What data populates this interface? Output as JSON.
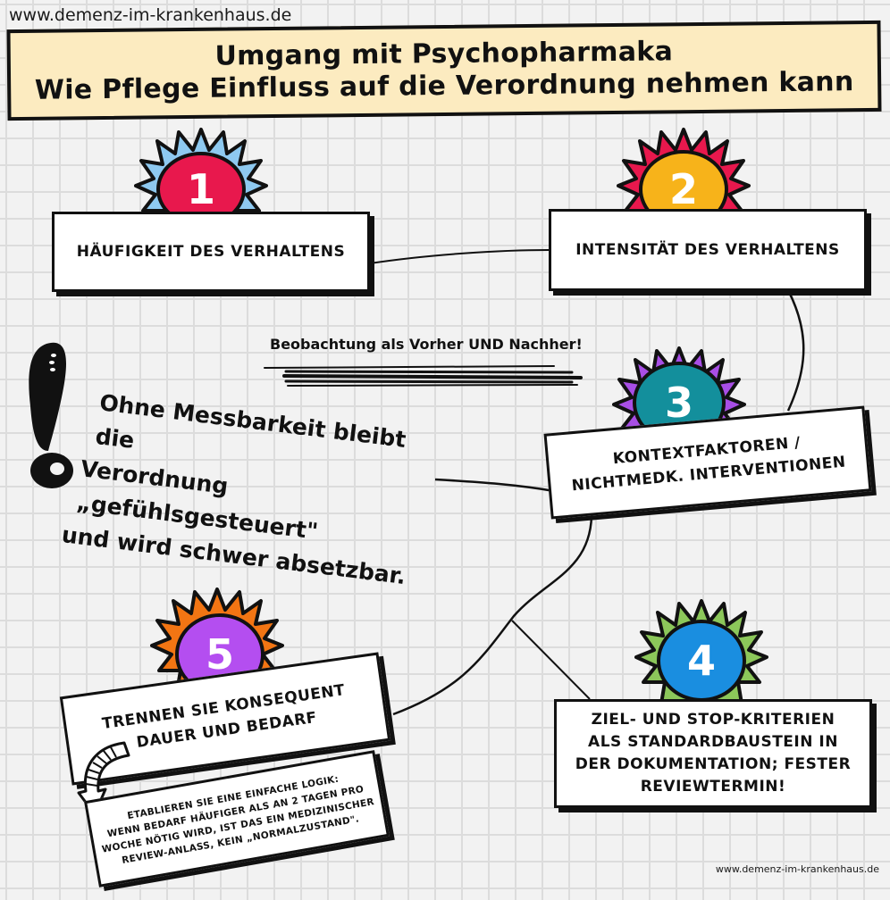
{
  "header": {
    "site_url": "www.demenz-im-krankenhaus.de",
    "title_line1": "Umgang mit Psychopharmaka",
    "title_line2": "Wie Pflege Einfluss auf die Verordnung nehmen kann"
  },
  "steps": [
    {
      "number": "1",
      "label": "Häufigkeit des Verhaltens",
      "circle_color": "#e8184d",
      "burst_color": "#8ec9f0"
    },
    {
      "number": "2",
      "label": "Intensität des Verhaltens",
      "circle_color": "#f7b31a",
      "burst_color": "#e8184d"
    },
    {
      "number": "3",
      "label_line1": "Kontextfaktoren /",
      "label_line2": "Nichtmedk. Interventionen",
      "circle_color": "#138f9c",
      "burst_color": "#a84ee6"
    },
    {
      "number": "4",
      "label_line1": "Ziel- und Stop-Kriterien",
      "label_line2": "als Standardbaustein in",
      "label_line3": "der Dokumentation; fester",
      "label_line4": "Reviewtermin!",
      "circle_color": "#1a8ee0",
      "burst_color": "#8cc75a"
    },
    {
      "number": "5",
      "label_line1": "Trennen Sie konsequent",
      "label_line2": "Dauer und Bedarf",
      "circle_color": "#b44ef0",
      "burst_color": "#f27513"
    }
  ],
  "notes": {
    "observation": "Beobachtung als Vorher UND Nachher!",
    "warning_line1": "Ohne Messbarkeit bleibt die",
    "warning_line2": "Verordnung „gefühlsgesteuert\"",
    "warning_line3": "und wird schwer absetzbar.",
    "tip_line1": "Etablieren Sie eine einfache Logik:",
    "tip_line2": "Wenn Bedarf häufiger als an 2 Tagen pro",
    "tip_line3": "Woche nötig wird, ist das ein medizinischer",
    "tip_line4": "Review-Anlass, kein „Normalzustand\"."
  },
  "footer": {
    "site_url": "www.demenz-im-krankenhaus.de"
  }
}
